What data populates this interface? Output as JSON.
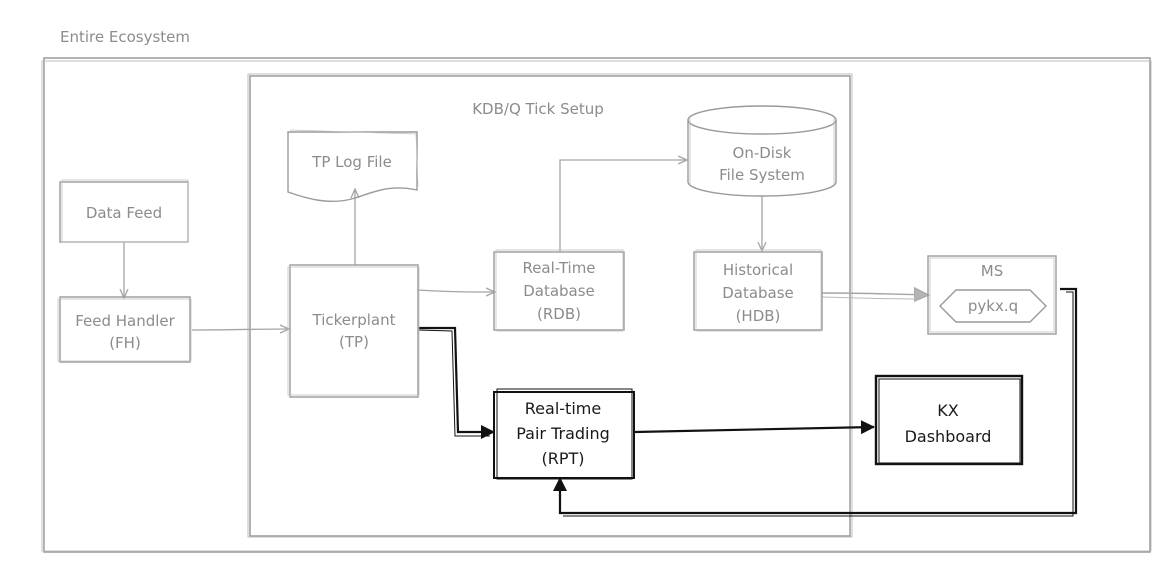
{
  "labels": {
    "ecosystem": "Entire Ecosystem",
    "tick_setup": "KDB/Q Tick Setup"
  },
  "nodes": {
    "data_feed": {
      "lines": [
        "Data Feed"
      ]
    },
    "feed_handler": {
      "lines": [
        "Feed Handler",
        "(FH)"
      ]
    },
    "tp_log": {
      "lines": [
        "TP Log File"
      ]
    },
    "tickerplant": {
      "lines": [
        "Tickerplant",
        "(TP)"
      ]
    },
    "rdb": {
      "lines": [
        "Real-Time",
        "Database",
        "(RDB)"
      ]
    },
    "ondisk": {
      "lines": [
        "On-Disk",
        "File System"
      ]
    },
    "hdb": {
      "lines": [
        "Historical",
        "Database",
        "(HDB)"
      ]
    },
    "ms": {
      "title": "MS",
      "inner": "pykx.q"
    },
    "rpt": {
      "lines": [
        "Real-time",
        "Pair Trading",
        "(RPT)"
      ]
    },
    "kx": {
      "lines": [
        "KX",
        "Dashboard"
      ]
    }
  },
  "colors": {
    "sketch_gray": "#9a9a9a",
    "text_gray": "#8c8c8c",
    "dark": "#111111"
  }
}
